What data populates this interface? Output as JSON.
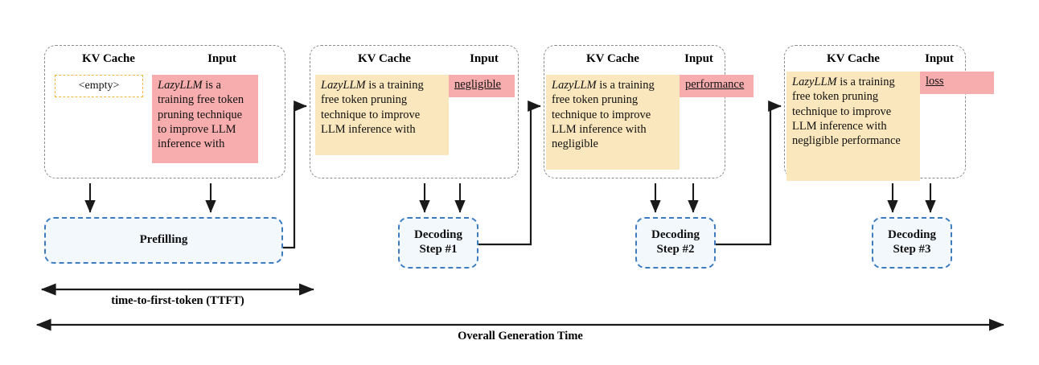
{
  "diagram": {
    "title": "LazyLLM prefilling and decoding timeline",
    "colors": {
      "kv_cache_fill": "#fbe7bd",
      "input_fill": "#f7adad",
      "empty_border": "#f0b93c",
      "compute_border": "#3e7cc0",
      "compute_fill": "#f3f8fd",
      "panel_border": "#8b8b8b",
      "wire": "#1a1a1a"
    },
    "panels": [
      {
        "id": "panel-0",
        "kv_cache_header": "KV Cache",
        "input_header": "Input",
        "kv_cache_text": "<empty>",
        "kv_cache_empty": true,
        "input_text_italic": "LazyLLM",
        "input_text_rest": " is a training free token pruning technique to improve LLM inference with",
        "input_is_token": false
      },
      {
        "id": "panel-1",
        "kv_cache_header": "KV Cache",
        "input_header": "Input",
        "kv_cache_italic": "LazyLLM",
        "kv_cache_rest": " is a training free token pruning technique to improve LLM inference with",
        "kv_cache_empty": false,
        "input_token": "negligible",
        "input_is_token": true
      },
      {
        "id": "panel-2",
        "kv_cache_header": "KV Cache",
        "input_header": "Input",
        "kv_cache_italic": "LazyLLM",
        "kv_cache_rest": " is a training free token pruning technique to improve LLM inference with negligible",
        "kv_cache_empty": false,
        "input_token": "performance",
        "input_is_token": true
      },
      {
        "id": "panel-3",
        "kv_cache_header": "KV Cache",
        "input_header": "Input",
        "kv_cache_italic": "LazyLLM",
        "kv_cache_rest": " is a training free token pruning technique to improve LLM inference with negligible performance",
        "kv_cache_empty": false,
        "input_token": "loss",
        "input_is_token": true
      }
    ],
    "compute_boxes": [
      {
        "id": "prefilling",
        "line1": "Prefilling",
        "line2": ""
      },
      {
        "id": "decoding-1",
        "line1": "Decoding",
        "line2": "Step #1"
      },
      {
        "id": "decoding-2",
        "line1": "Decoding",
        "line2": "Step #2"
      },
      {
        "id": "decoding-3",
        "line1": "Decoding",
        "line2": "Step #3"
      }
    ],
    "timelines": [
      {
        "id": "ttft",
        "label": "time-to-first-token (TTFT)"
      },
      {
        "id": "overall",
        "label": "Overall Generation Time"
      }
    ]
  }
}
